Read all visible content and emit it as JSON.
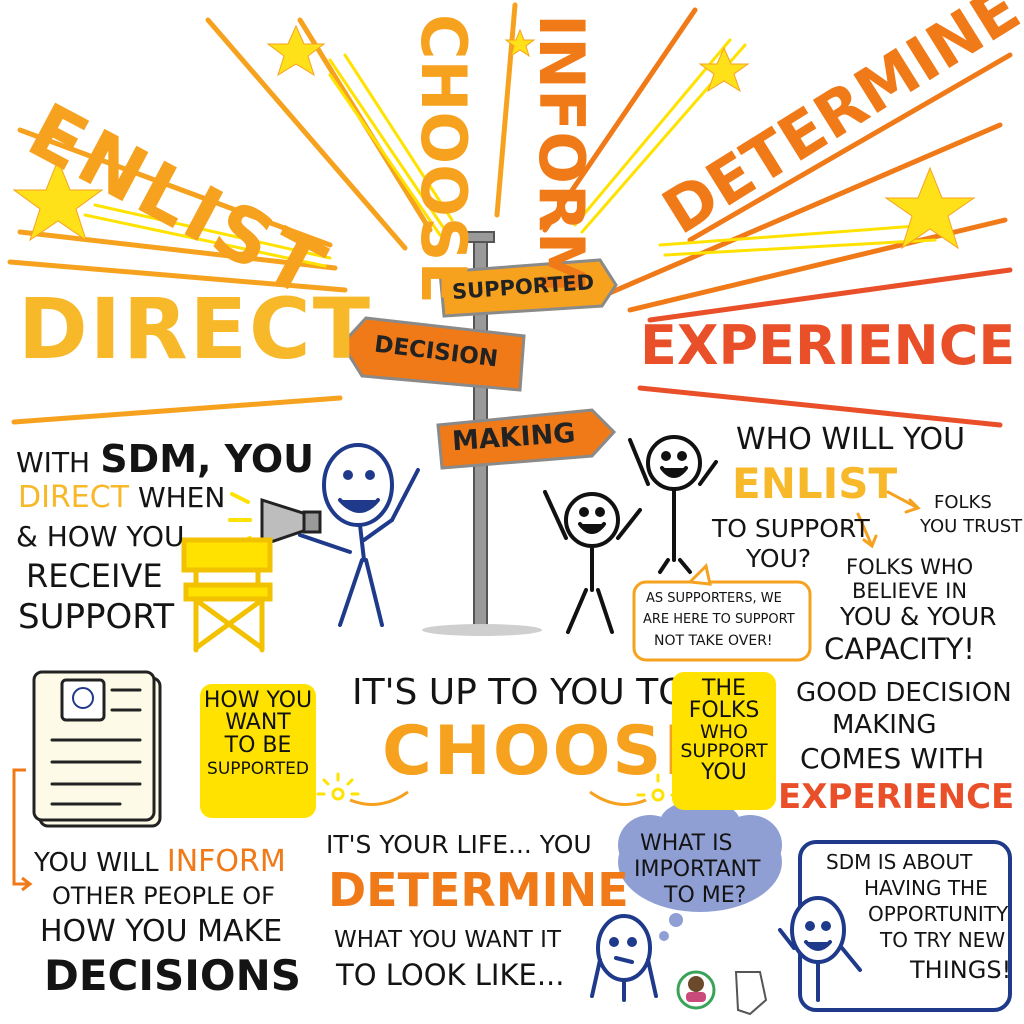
{
  "colors": {
    "dark_orange": "#f07a18",
    "orange": "#f6a21e",
    "yellow_orange": "#f7b82a",
    "yellow": "#ffe200",
    "red_orange": "#e9502a",
    "star": "#ffe11a",
    "ink": "#141414",
    "blue_ink": "#1f3a8a",
    "cloud": "#8f9fd4"
  },
  "header_words": {
    "enlist": "ENLIST",
    "choose": "CHOOSE",
    "inform": "INFORM",
    "determine": "DETERMINE",
    "direct": "DIRECT",
    "experience": "EXPERIENCE"
  },
  "signpost": {
    "sign1": "SUPPORTED",
    "sign2": "DECISION",
    "sign3": "MAKING"
  },
  "direct_block": {
    "line1_a": "WITH",
    "line1_b": "SDM, YOU",
    "line2_a": "DIRECT",
    "line2_b": "WHEN",
    "line3": "& HOW YOU",
    "line4": "RECEIVE",
    "line5": "SUPPORT"
  },
  "enlist_block": {
    "line1": "WHO WILL YOU",
    "line2": "ENLIST",
    "line3": "TO SUPPORT",
    "line4": "YOU?",
    "folks_trust_1": "FOLKS",
    "folks_trust_2": "YOU TRUST",
    "believe_1": "FOLKS WHO",
    "believe_2": "BELIEVE IN",
    "believe_3": "YOU & YOUR",
    "believe_4": "CAPACITY!",
    "speech_1": "AS SUPPORTERS, WE",
    "speech_2": "ARE HERE TO SUPPORT",
    "speech_3": "NOT TAKE OVER!"
  },
  "choose_block": {
    "line1": "IT'S UP TO YOU TO",
    "line2": "CHOOSE",
    "left_pill_1": "HOW YOU",
    "left_pill_2": "WANT",
    "left_pill_3": "TO BE",
    "left_pill_4": "SUPPORTED",
    "right_pill_1": "THE",
    "right_pill_2": "FOLKS",
    "right_pill_3": "WHO",
    "right_pill_4": "SUPPORT",
    "right_pill_5": "YOU"
  },
  "experience_block": {
    "line1": "GOOD DECISION",
    "line2": "MAKING",
    "line3": "COMES WITH",
    "line4": "EXPERIENCE"
  },
  "inform_block": {
    "line1_a": "YOU WILL",
    "line1_b": "INFORM",
    "line2": "OTHER PEOPLE OF",
    "line3": "HOW YOU MAKE",
    "line4": "DECISIONS"
  },
  "determine_block": {
    "line1": "IT'S YOUR LIFE... YOU",
    "line2": "DETERMINE",
    "line3": "WHAT YOU WANT IT",
    "line4": "TO LOOK LIKE..."
  },
  "thought_cloud": {
    "line1": "WHAT IS",
    "line2": "IMPORTANT",
    "line3": "TO ME?"
  },
  "sdm_box": {
    "line1": "SDM IS ABOUT",
    "line2": "HAVING THE",
    "line3": "OPPORTUNITY",
    "line4": "TO TRY NEW",
    "line5": "THINGS!"
  }
}
